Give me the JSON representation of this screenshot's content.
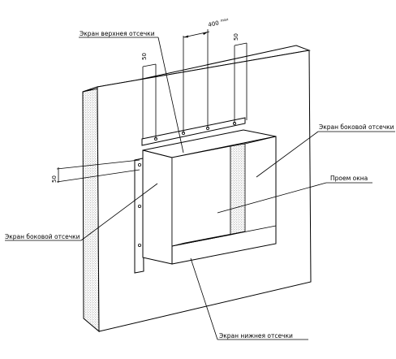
{
  "labels": {
    "upper_screen": "Экран верхнея отсечки",
    "side_screen_right": "Экран боковой отсечки",
    "window_opening": "Проем окна",
    "side_screen_left": "Экран боковой отсечки",
    "lower_screen": "Экран нижнея  отсечки"
  },
  "dimensions": {
    "spacing_value": "400",
    "spacing_unit": "max",
    "offset_left": "50",
    "offset_right": "50",
    "offset_side": "50"
  },
  "colors": {
    "line": "#000000",
    "background": "#ffffff",
    "stipple": "#b0b0b0"
  }
}
